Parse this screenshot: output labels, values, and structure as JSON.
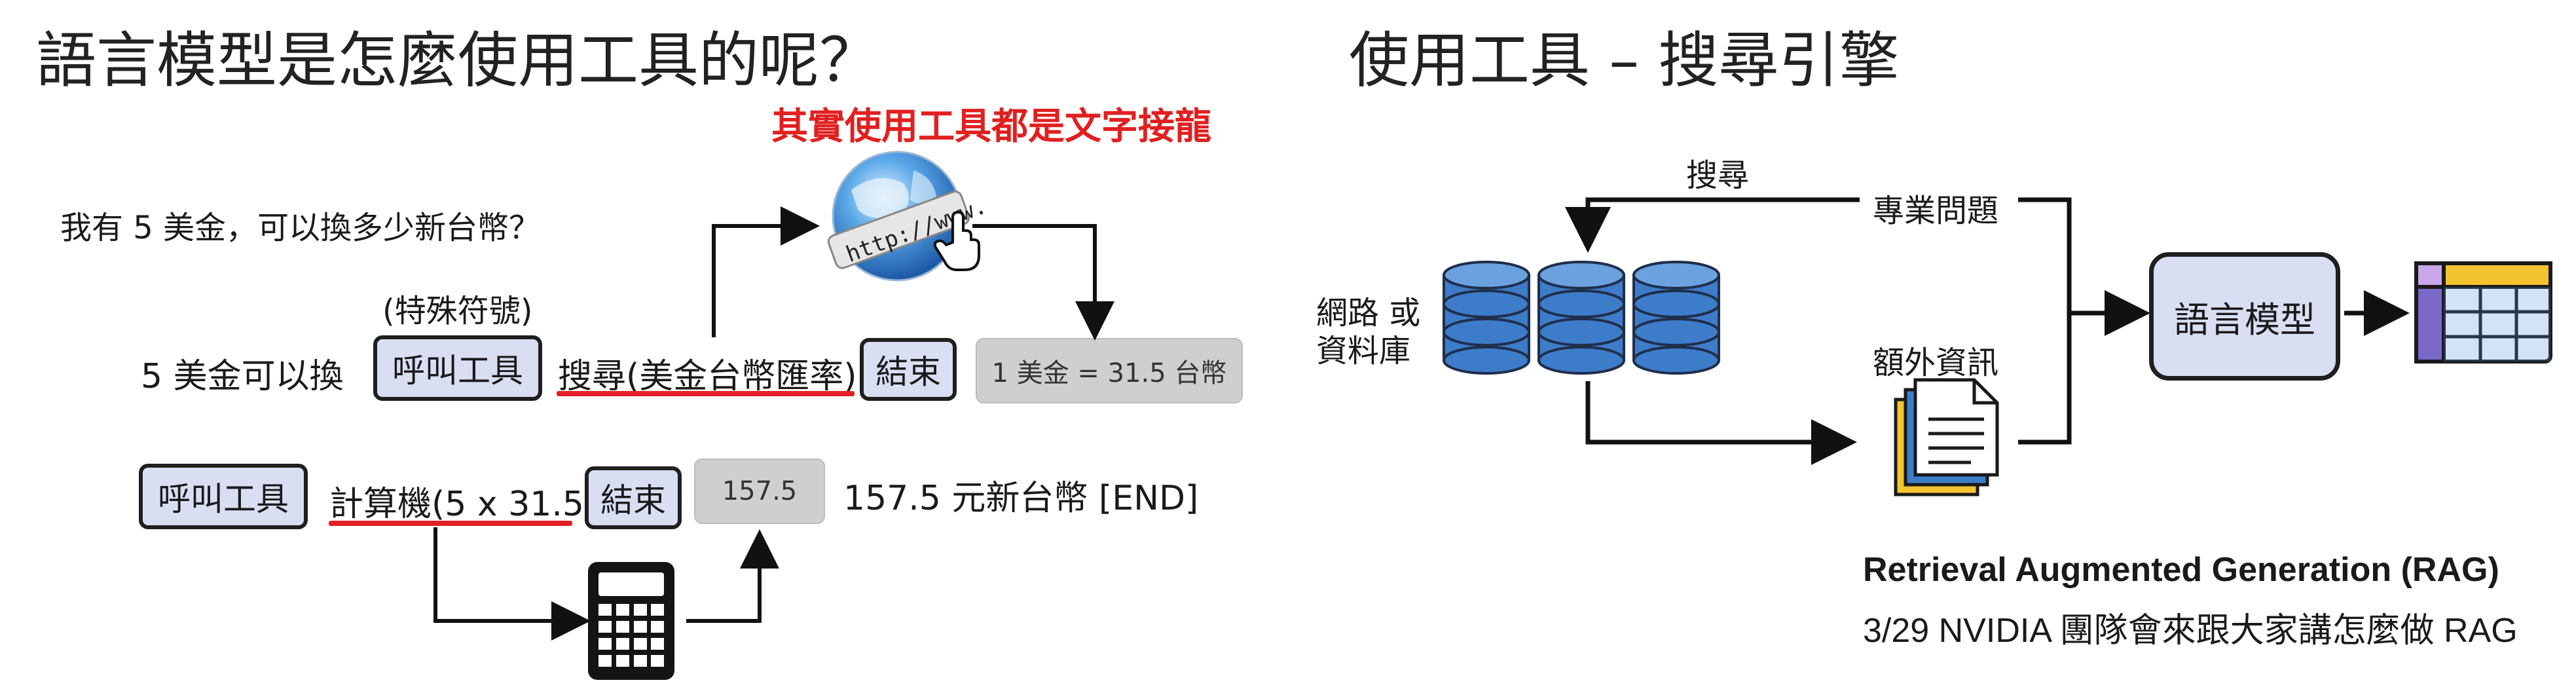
{
  "left": {
    "title": "語言模型是怎麼使用工具的呢？",
    "highlight": "其實使用工具都是文字接龍",
    "question": "我有 5 美金，可以換多少新台幣？",
    "special_token_label": "(特殊符號)",
    "row1": {
      "prefix": "5 美金可以換",
      "call_tool": "呼叫工具",
      "search": "搜尋(美金台幣匯率)",
      "end": "結束",
      "result": "1 美金 = 31.5 台幣"
    },
    "row2": {
      "call_tool": "呼叫工具",
      "calc": "計算機(5 x 31.5)",
      "end": "結束",
      "result": "157.5",
      "suffix": "157.5  元新台幣 [END]"
    },
    "web_icon_text": "http://www."
  },
  "right": {
    "title": "使用工具 – 搜尋引擎",
    "search_label": "搜尋",
    "professional_question": "專業問題",
    "db_label_line1": "網路 或",
    "db_label_line2": "資料庫",
    "extra_info": "額外資訊",
    "language_model": "語言模型",
    "rag_title": "Retrieval Augmented Generation (RAG)",
    "rag_note": "3/29 NVIDIA 團隊會來跟大家講怎麼做 RAG"
  },
  "colors": {
    "highlight": "#e02020",
    "box_fill": "#d9def2",
    "underline": "#e21f26",
    "db_blue": "#3d7cc9",
    "table_header": "#f4c430",
    "table_side": "#7b68c8"
  }
}
